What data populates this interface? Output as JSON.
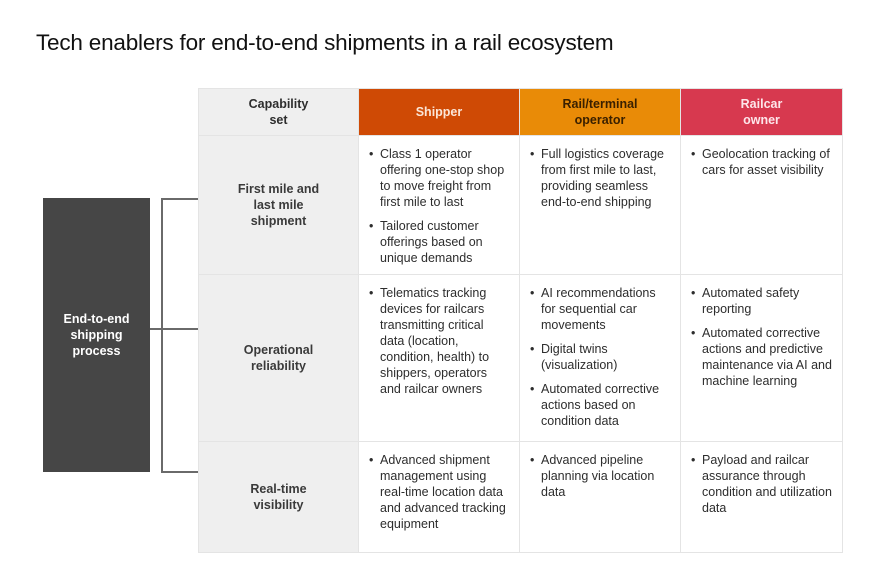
{
  "title": "Tech enablers for end-to-end shipments in a rail ecosystem",
  "process_label": "End-to-end shipping process",
  "colors": {
    "shipper": "#cf4a05",
    "operator": "#e98b07",
    "owner": "#d7394f",
    "process_box": "#464646",
    "capability_bg": "#efefef"
  },
  "table": {
    "header": {
      "capability": "Capability set",
      "columns": [
        {
          "label": "Shipper"
        },
        {
          "label": "Rail/terminal operator"
        },
        {
          "label": "Railcar owner"
        }
      ]
    },
    "rows": [
      {
        "capability": "First mile and last mile shipment",
        "cells": [
          [
            "Class 1 operator offering one-stop shop to move freight from first mile to last",
            "Tailored customer offerings based on unique demands"
          ],
          [
            "Full logistics coverage from first mile to last, providing seamless end-to-end shipping"
          ],
          [
            "Geolocation tracking of cars for asset visibility"
          ]
        ]
      },
      {
        "capability": "Operational reliability",
        "cells": [
          [
            "Telematics tracking devices for railcars transmitting critical data (location, condition, health) to shippers, operators and railcar owners"
          ],
          [
            "AI recommendations for sequential car movements",
            "Digital twins (visualization)",
            "Automated corrective actions based on condition data"
          ],
          [
            "Automated safety reporting",
            "Automated corrective actions and predictive maintenance via AI and machine learning"
          ]
        ]
      },
      {
        "capability": "Real-time visibility",
        "cells": [
          [
            "Advanced shipment management using real-time location data and advanced tracking equipment"
          ],
          [
            "Advanced pipeline planning via location data"
          ],
          [
            "Payload and railcar assurance through condition and utilization data"
          ]
        ]
      }
    ]
  }
}
